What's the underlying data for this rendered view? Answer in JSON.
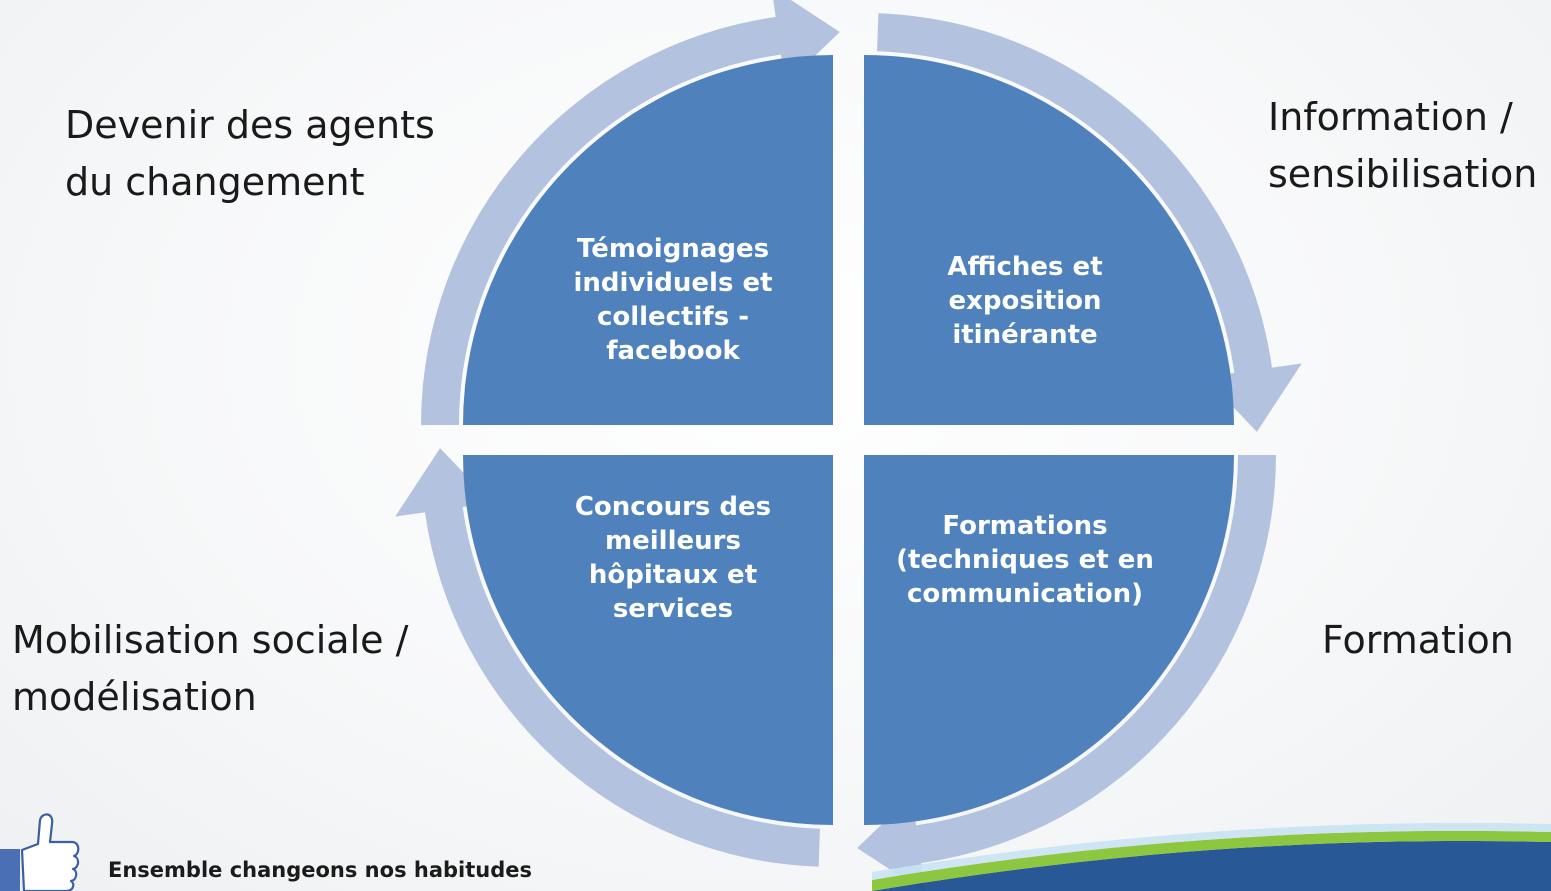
{
  "diagram": {
    "quadrants": [
      {
        "id": "top-left",
        "lines": [
          "Témoignages",
          "individuels et",
          "collectifs -",
          "facebook"
        ]
      },
      {
        "id": "top-right",
        "lines": [
          "Affiches et",
          "exposition",
          "itinérante"
        ]
      },
      {
        "id": "bottom-right",
        "lines": [
          "Formations",
          "(techniques et en",
          "communication)"
        ]
      },
      {
        "id": "bottom-left",
        "lines": [
          "Concours des",
          "meilleurs",
          "hôpitaux et",
          "services"
        ]
      }
    ],
    "side_labels": {
      "top_left": [
        "Devenir des agents",
        "du changement"
      ],
      "top_right": [
        "Information /",
        "sensibilisation"
      ],
      "bottom_right": [
        "Formation"
      ],
      "bottom_left": [
        "Mobilisation sociale /",
        "modélisation"
      ]
    }
  },
  "footer": {
    "slogan": "Ensemble changeons nos habitudes",
    "icon": "thumbs-up-icon"
  },
  "colors": {
    "quadrant_fill": "#4f81bd",
    "arrow_fill": "#b3c3df",
    "label_text": "#1a1a1a",
    "swoosh_green": "#8dc63f",
    "swoosh_blue": "#1d4f91"
  }
}
